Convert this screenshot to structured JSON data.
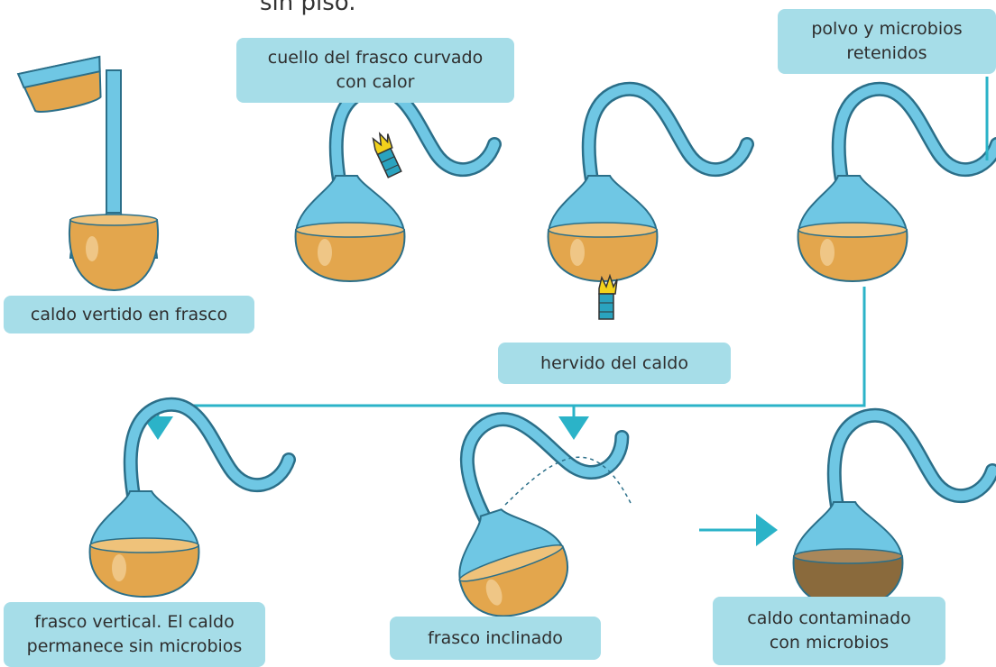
{
  "header_fragment": "sin piso.",
  "labels": {
    "pour": "caldo vertido en frasco",
    "neck": [
      "cuello del frasco curvado",
      "con calor"
    ],
    "boil": "hervido del caldo",
    "dust": [
      "polvo y microbios",
      "retenidos"
    ],
    "vertical": [
      "frasco vertical. El caldo",
      "permanece sin microbios"
    ],
    "tilted": "frasco inclinado",
    "contaminated": [
      "caldo contaminado",
      "con microbios"
    ]
  },
  "colors": {
    "glass": "#6fc7e4",
    "glass_dark": "#3a9ec4",
    "broth": "#e3a64d",
    "broth_dark": "#8a6a3c",
    "label_bg": "#a6dde8",
    "arrow": "#2bb3c8",
    "flame": "#f2d21b"
  }
}
